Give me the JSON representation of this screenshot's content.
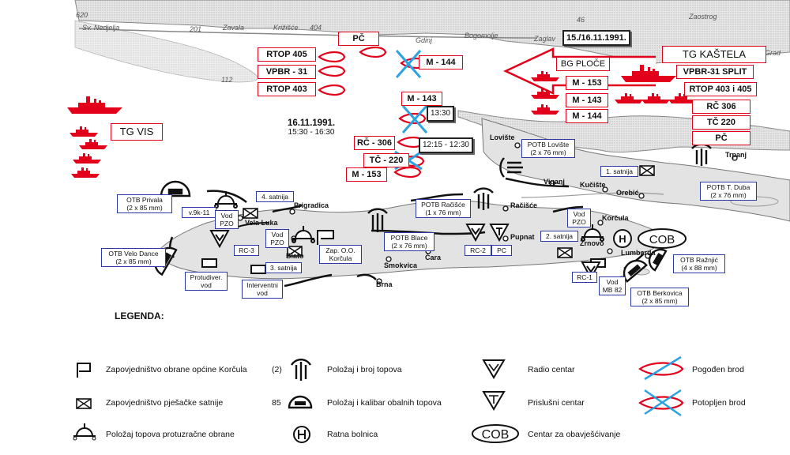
{
  "map": {
    "top_places": [
      "Sv. Nedjelja",
      "Zavala",
      "Križišće",
      "Gdinj",
      "Bogomolje",
      "Zaglav",
      "Zaostrog"
    ],
    "top_labels": [
      "201",
      "404",
      "620",
      "112",
      "46",
      "Grad"
    ],
    "date_1": {
      "title": "15./16.11.1991."
    },
    "date_2": {
      "title": "16.11.1991.",
      "time": "15:30 - 16:30"
    },
    "time_boxes": [
      "13:30",
      "12:15 - 12:30"
    ],
    "tg_vis": "TG VIS",
    "tg_kastela": "TG KAŠTELA",
    "bg_ploce": "BG PLOČE",
    "ships_left": [
      "PČ",
      "RTOP 405",
      "VPBR - 31",
      "RTOP 403",
      "M - 144",
      "M - 143",
      "RČ - 306",
      "TČ - 220",
      "M - 153"
    ],
    "ships_ploce": [
      "M - 153",
      "M - 143",
      "M - 144"
    ],
    "ships_kastela": [
      "VPBR-31 SPLIT",
      "RTOP 403 i 405",
      "RČ 306",
      "TČ 220",
      "PČ"
    ],
    "places": [
      "Lovište",
      "Viganj",
      "Kučište",
      "Orebić",
      "Trpanj",
      "Račišće",
      "Pupnat",
      "Korčula",
      "Žrnovo",
      "Lumbarda",
      "Prigradica",
      "Vela Luka",
      "Blato",
      "Čara",
      "Smokvica",
      "Brna"
    ],
    "blue_boxes": {
      "otb_privala": "OTB Privala\n(2 x 85 mm)",
      "vk11": "v.9k-11",
      "vod_pzo_1": "Vod\nPZO",
      "satnija_4": "4. satnija",
      "otb_velo_dance": "OTB Velo Dance\n(2 x 85 mm)",
      "rc3": "RC-3",
      "vod_pzo_2": "Vod\nPZO",
      "zap_oo": "Zap. O.O.\nKorčula",
      "satnija_3": "3. satnija",
      "protudiver": "Protudiver.\nvod",
      "interventni": "Interventni\nvod",
      "potb_blace": "POTB Blace\n(2 x 76 mm)",
      "potb_racisce": "POTB Račišće\n(1 x 76 mm)",
      "rc2": "RC-2",
      "pc": "PC",
      "potb_loviste": "POTB Lovište\n(2 x 76 mm)",
      "satnija_1": "1. satnija",
      "potb_tduba": "POTB T. Duba\n(2 x 76 mm)",
      "vod_pzo_3": "Vod\nPZO",
      "satnija_2": "2. satnija",
      "rc1": "RC-1",
      "vod_mb": "Vod\nMB 82",
      "otb_raznjic": "OTB Ražnjić\n(4 x 88 mm)",
      "otb_berkovica": "OTB Berkovica\n(2 x 85 mm)"
    },
    "cob": "COB",
    "hospital": "H"
  },
  "legend": {
    "title": "LEGENDA:",
    "items": [
      {
        "icon": "flag-icon",
        "label": "Zapovjedništvo obrane općine Korčula"
      },
      {
        "icon": "infantry-hq-icon",
        "label": "Zapovjedništvo pješačke satnije"
      },
      {
        "icon": "aa-gun-icon",
        "label": "Položaj topova protuzračne obrane"
      },
      {
        "icon": "gun-battery-icon",
        "prefix": "(2)",
        "label": "Položaj i broj topova"
      },
      {
        "icon": "coastal-gun-icon",
        "prefix": "85",
        "label": "Položaj i kalibar obalnih topova"
      },
      {
        "icon": "hospital-icon",
        "label": "Ratna bolnica"
      },
      {
        "icon": "radio-center-icon",
        "label": "Radio centar"
      },
      {
        "icon": "receiving-center-icon",
        "label": "Prislušni centar"
      },
      {
        "icon": "cob-icon",
        "label": "Centar za obavješćivanje"
      },
      {
        "icon": "hit-ship-icon",
        "label": "Pogođen brod"
      },
      {
        "icon": "sunk-ship-icon",
        "label": "Potopljen brod"
      }
    ]
  },
  "colors": {
    "red": "#e2001a",
    "blue": "#2c3aa8",
    "cross_blue": "#2aa3e0",
    "land_grey": "#9a9a9a"
  }
}
